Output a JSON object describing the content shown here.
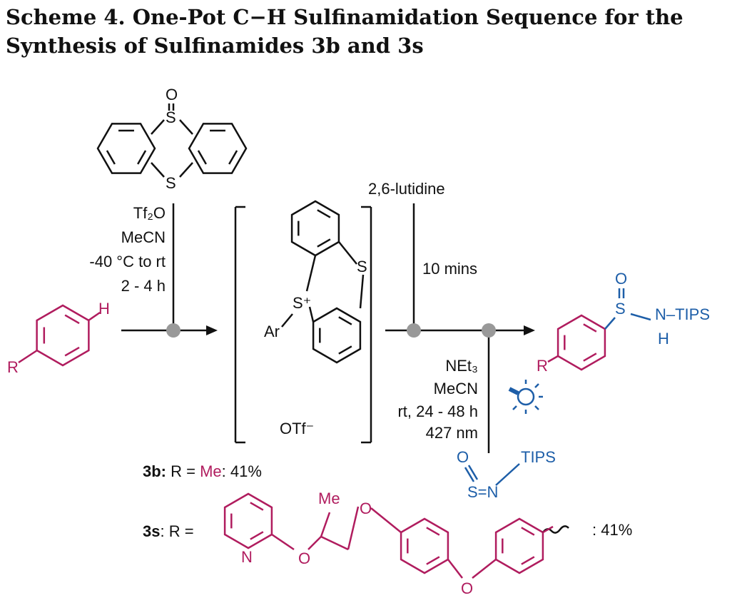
{
  "caption": {
    "line1": "Scheme 4. One-Pot C−H Sulfinamidation Sequence for the",
    "line2": "Synthesis of Sulfinamides 3b and 3s"
  },
  "step1": {
    "reagent_O": "O",
    "reagent_S_top": "S",
    "reagent_S_bottom": "S",
    "conditions": [
      "Tf₂O",
      "MeCN",
      "-40 °C to rt",
      "2 - 4 h"
    ]
  },
  "substrate": {
    "R": "R",
    "H": "H"
  },
  "intermediate": {
    "S": "S",
    "S_plus": "S⁺",
    "Ar": "Ar",
    "counterion": "OTf⁻"
  },
  "step2": {
    "base": "2,6-lutidine",
    "time": "10 mins"
  },
  "step3": {
    "conditions": [
      "NEt₃",
      "MeCN",
      "rt, 24 - 48 h",
      "427 nm"
    ],
    "reagent": {
      "O": "O",
      "SN": "S=N",
      "TIPS": "TIPS"
    },
    "icon": "light-bulb-icon"
  },
  "product": {
    "R": "R",
    "S": "S",
    "O": "O",
    "N_TIPS": "N–TIPS",
    "H": "H"
  },
  "results": {
    "3b_label": "3b:",
    "3b_text": " R = ",
    "3b_R": "Me",
    "3b_yield": ": 41%",
    "3s_label": "3s",
    "3s_text": ": R =",
    "3s_Me": "Me",
    "3s_N": "N",
    "3s_O1": "O",
    "3s_O2": "O",
    "3s_O3": "O",
    "3s_yield": ": 41%"
  },
  "colors": {
    "magenta": "#b01c5e",
    "blue": "#1d5ea8",
    "dot": "#999999"
  }
}
